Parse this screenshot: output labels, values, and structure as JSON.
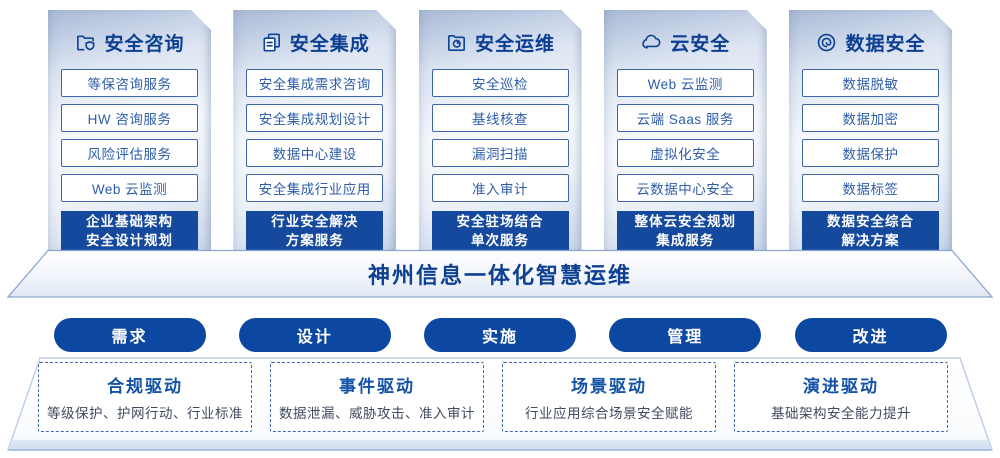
{
  "palette": {
    "primary_dark_blue": "#0c47a2",
    "highlight_box_blue": "#15499d",
    "header_text_blue": "#0c3f92",
    "item_border_blue": "#3e64aa",
    "item_text_blue": "#2e5dab",
    "dashed_border_blue": "#4069b3",
    "driver_desc_gray": "#414b5e",
    "panel_gradient_top": "#a9bad6",
    "panel_gradient_light": "#f6f9fd",
    "platform_edge_blue": "#9fb6dc"
  },
  "columns": [
    {
      "title": "安全咨询",
      "icon": "folder-shield-icon",
      "items": [
        "等保咨询服务",
        "HW 咨询服务",
        "风险评估服务",
        "Web 云监测"
      ],
      "highlight": "企业基础架构\n安全设计规划"
    },
    {
      "title": "安全集成",
      "icon": "stacked-docs-icon",
      "items": [
        "安全集成需求咨询",
        "安全集成规划设计",
        "数据中心建设",
        "安全集成行业应用"
      ],
      "highlight": "行业安全解决\n方案服务"
    },
    {
      "title": "安全运维",
      "icon": "folder-pie-icon",
      "items": [
        "安全巡检",
        "基线核查",
        "漏洞扫描",
        "准入审计"
      ],
      "highlight": "安全驻场结合\n单次服务"
    },
    {
      "title": "云安全",
      "icon": "cloud-icon",
      "items": [
        "Web 云监测",
        "云端 Saas 服务",
        "虚拟化安全",
        "云数据中心安全"
      ],
      "highlight": "整体云安全规划\n集成服务"
    },
    {
      "title": "数据安全",
      "icon": "spiral-disc-icon",
      "items": [
        "数据脱敏",
        "数据加密",
        "数据保护",
        "数据标签"
      ],
      "highlight": "数据安全综合\n解决方案"
    }
  ],
  "banner": {
    "title": "神州信息一体化智慧运维"
  },
  "pills": [
    {
      "label": "需求"
    },
    {
      "label": "设计"
    },
    {
      "label": "实施"
    },
    {
      "label": "管理"
    },
    {
      "label": "改进"
    }
  ],
  "drivers": [
    {
      "title": "合规驱动",
      "desc": "等级保护、护网行动、行业标准"
    },
    {
      "title": "事件驱动",
      "desc": "数据泄漏、威胁攻击、准入审计"
    },
    {
      "title": "场景驱动",
      "desc": "行业应用综合场景安全赋能"
    },
    {
      "title": "演进驱动",
      "desc": "基础架构安全能力提升"
    }
  ]
}
